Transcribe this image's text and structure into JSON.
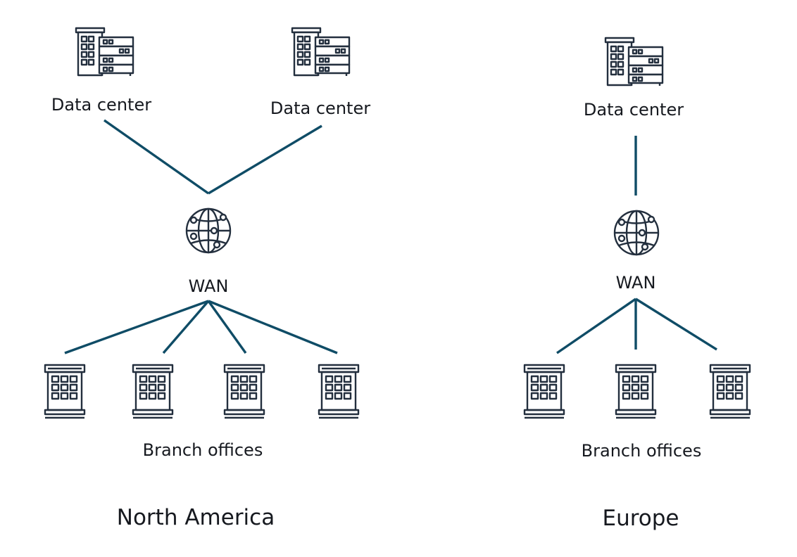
{
  "labels": {
    "data_center": "Data center",
    "wan": "WAN",
    "branch_offices": "Branch offices"
  },
  "regions": {
    "north_america": "North America",
    "europe": "Europe"
  },
  "icons": {
    "data_center": "data-center-icon",
    "wan": "globe-network-icon",
    "branch_office": "office-building-icon"
  },
  "colors": {
    "connector": "#0f4c66",
    "icon": "#232f3e",
    "text": "#16191f"
  }
}
